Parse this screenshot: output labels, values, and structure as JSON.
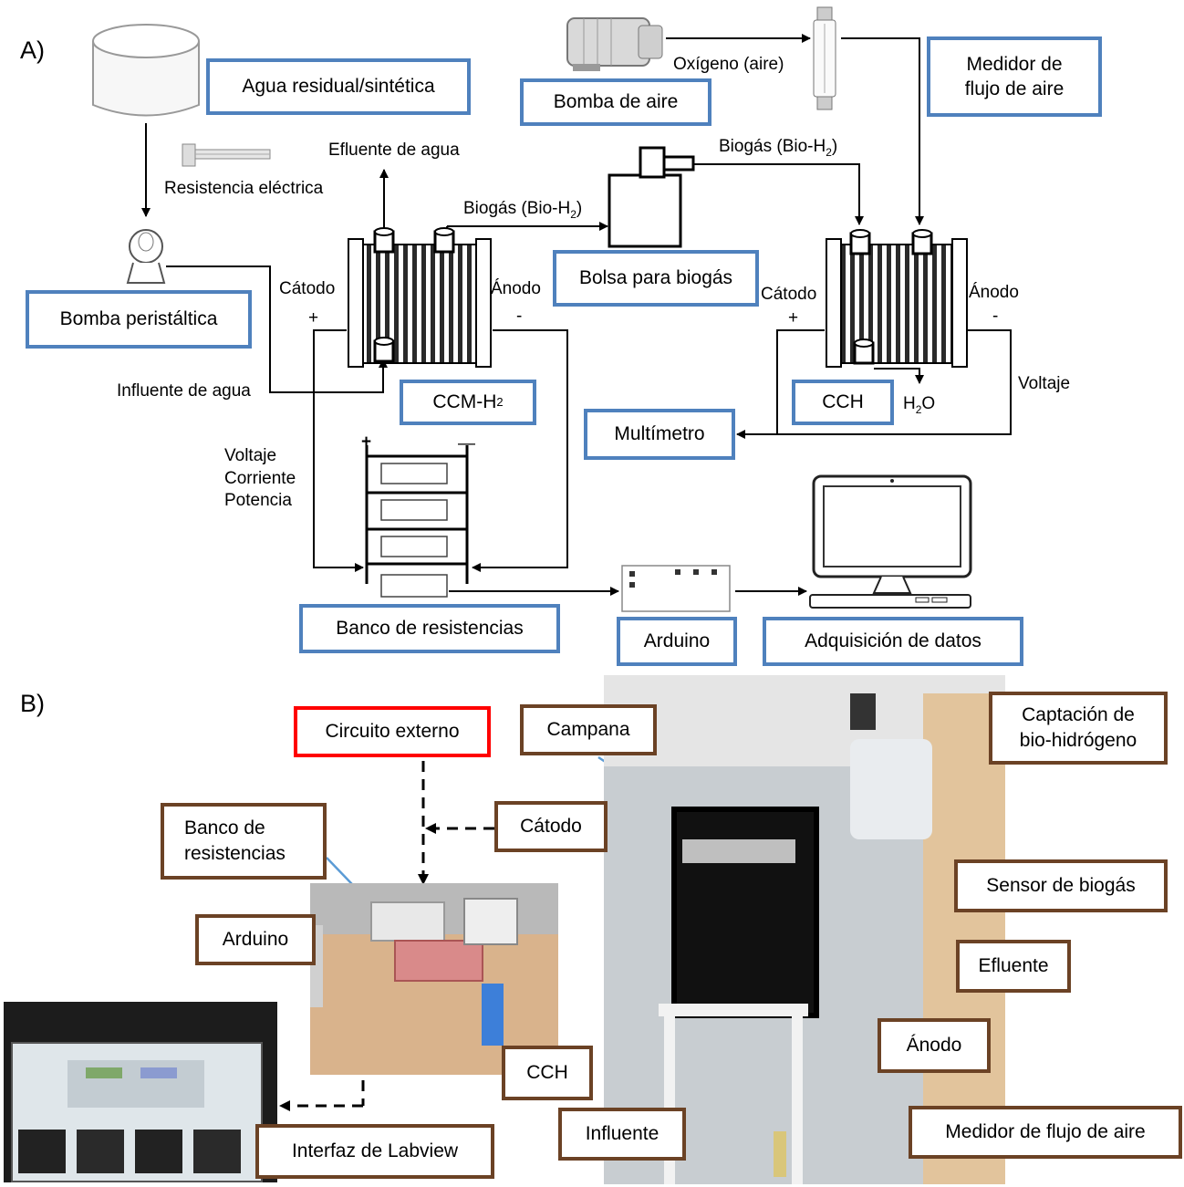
{
  "panel_a": {
    "tag": "A)",
    "boxes": {
      "wastewater": "Agua residual/sintética",
      "air_pump": "Bomba de aire",
      "air_flow_meter_line1": "Medidor de",
      "air_flow_meter_line2": "flujo de aire",
      "peristaltic_pump": "Bomba peristáltica",
      "biogas_bag": "Bolsa para biogás",
      "mec_label": "CCM-H",
      "mec_sub": "2",
      "fuel_cell": "CCH",
      "multimeter": "Multímetro",
      "resistor_bank": "Banco de resistencias",
      "arduino": "Arduino",
      "data_acquisition": "Adquisición de datos"
    },
    "labels": {
      "oxygen": "Oxígeno (aire)",
      "water_effluent": "Efluente de agua",
      "heater": "Resistencia eléctrica",
      "biogas_1": "Biogás (Bio-H",
      "biogas_1_sub": "2",
      "biogas_1_end": ")",
      "biogas_2": "Biogás (Bio-H",
      "biogas_2_sub": "2",
      "biogas_2_end": ")",
      "cathode_1": "Cátodo",
      "plus_1": "+",
      "anode_1": "Ánodo",
      "minus_1": "-",
      "cathode_2": "Cátodo",
      "plus_2": "+",
      "anode_2": "Ánodo",
      "minus_2": "-",
      "water_influent": "Influente de agua",
      "h2o_h": "H",
      "h2o_sub": "2",
      "h2o_o": "O",
      "voltage": "Voltaje",
      "measures_voltage": "Voltaje",
      "measures_current": "Corriente",
      "measures_power": "Potencia",
      "bank_plus": "+",
      "bank_minus": "—"
    }
  },
  "panel_b": {
    "tag": "B)",
    "boxes": {
      "external_circuit": "Circuito externo",
      "bell": "Campana",
      "hydrogen_capture_line1": "Captación de",
      "hydrogen_capture_line2": "bio-hidrógeno",
      "resistor_bank_line1": "Banco de",
      "resistor_bank_line2": "resistencias",
      "cathode": "Cátodo",
      "biogas_sensor": "Sensor de biogás",
      "arduino": "Arduino",
      "effluent": "Efluente",
      "anode": "Ánodo",
      "fuel_cell": "CCH",
      "influent": "Influente",
      "air_flow_meter": "Medidor de flujo de aire",
      "labview": "Interfaz de Labview"
    }
  },
  "colors": {
    "box_border_blue": "#4f81bd",
    "box_border_brown": "#6b4225",
    "box_border_red": "#ff0000",
    "pointer_blue": "#5b9bd5"
  }
}
